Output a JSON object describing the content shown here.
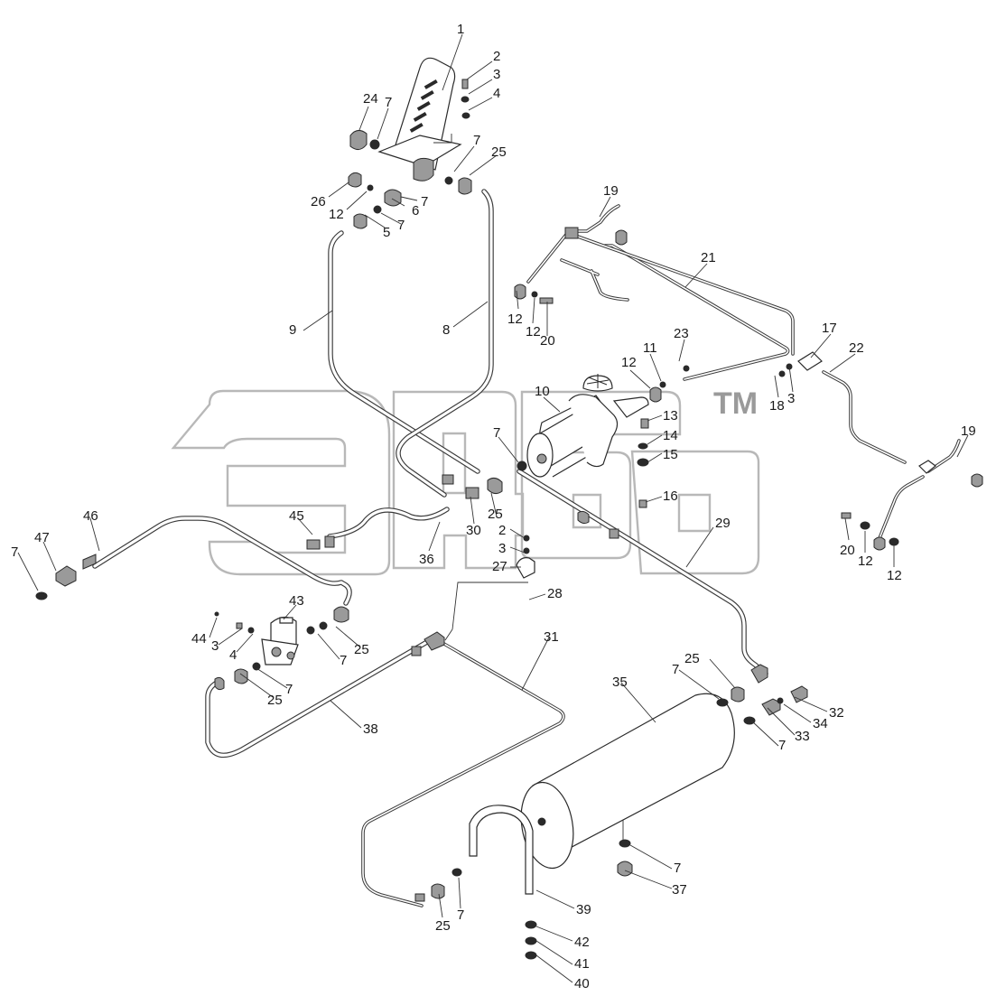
{
  "watermark": {
    "tm_mark": "TM"
  },
  "callouts": [
    {
      "id": "c1",
      "text": "1"
    },
    {
      "id": "c2a",
      "text": "2"
    },
    {
      "id": "c3a",
      "text": "3"
    },
    {
      "id": "c4a",
      "text": "4"
    },
    {
      "id": "c24",
      "text": "24"
    },
    {
      "id": "c7a",
      "text": "7"
    },
    {
      "id": "c7b",
      "text": "7"
    },
    {
      "id": "c25a",
      "text": "25"
    },
    {
      "id": "c26",
      "text": "26"
    },
    {
      "id": "c12a",
      "text": "12"
    },
    {
      "id": "c6",
      "text": "6"
    },
    {
      "id": "c7c",
      "text": "7"
    },
    {
      "id": "c5",
      "text": "5"
    },
    {
      "id": "c7d",
      "text": "7"
    },
    {
      "id": "c9",
      "text": "9"
    },
    {
      "id": "c8",
      "text": "8"
    },
    {
      "id": "c19a",
      "text": "19"
    },
    {
      "id": "c21",
      "text": "21"
    },
    {
      "id": "c12b",
      "text": "12"
    },
    {
      "id": "c12c",
      "text": "12"
    },
    {
      "id": "c20a",
      "text": "20"
    },
    {
      "id": "c23",
      "text": "23"
    },
    {
      "id": "c17",
      "text": "17"
    },
    {
      "id": "c22",
      "text": "22"
    },
    {
      "id": "c11",
      "text": "11"
    },
    {
      "id": "c12d",
      "text": "12"
    },
    {
      "id": "c18",
      "text": "18"
    },
    {
      "id": "c3b",
      "text": "3"
    },
    {
      "id": "c10",
      "text": "10"
    },
    {
      "id": "c13",
      "text": "13"
    },
    {
      "id": "c14",
      "text": "14"
    },
    {
      "id": "c15",
      "text": "15"
    },
    {
      "id": "c7e",
      "text": "7"
    },
    {
      "id": "c16",
      "text": "16"
    },
    {
      "id": "c19b",
      "text": "19"
    },
    {
      "id": "c20b",
      "text": "20"
    },
    {
      "id": "c12e",
      "text": "12"
    },
    {
      "id": "c12f",
      "text": "12"
    },
    {
      "id": "c45",
      "text": "45"
    },
    {
      "id": "c30",
      "text": "30"
    },
    {
      "id": "c25b",
      "text": "25"
    },
    {
      "id": "c36",
      "text": "36"
    },
    {
      "id": "c29",
      "text": "29"
    },
    {
      "id": "c2b",
      "text": "2"
    },
    {
      "id": "c3c",
      "text": "3"
    },
    {
      "id": "c27",
      "text": "27"
    },
    {
      "id": "c28",
      "text": "28"
    },
    {
      "id": "c46",
      "text": "46"
    },
    {
      "id": "c47",
      "text": "47"
    },
    {
      "id": "c7f",
      "text": "7"
    },
    {
      "id": "c43",
      "text": "43"
    },
    {
      "id": "c44",
      "text": "44"
    },
    {
      "id": "c3d",
      "text": "3"
    },
    {
      "id": "c4b",
      "text": "4"
    },
    {
      "id": "c7g",
      "text": "7"
    },
    {
      "id": "c25c",
      "text": "25"
    },
    {
      "id": "c7h",
      "text": "7"
    },
    {
      "id": "c25d",
      "text": "25"
    },
    {
      "id": "c38",
      "text": "38"
    },
    {
      "id": "c31",
      "text": "31"
    },
    {
      "id": "c25e",
      "text": "25"
    },
    {
      "id": "c7i",
      "text": "7"
    },
    {
      "id": "c35",
      "text": "35"
    },
    {
      "id": "c32",
      "text": "32"
    },
    {
      "id": "c34",
      "text": "34"
    },
    {
      "id": "c33",
      "text": "33"
    },
    {
      "id": "c7j",
      "text": "7"
    },
    {
      "id": "c7k",
      "text": "7"
    },
    {
      "id": "c37",
      "text": "37"
    },
    {
      "id": "c39",
      "text": "39"
    },
    {
      "id": "c42",
      "text": "42"
    },
    {
      "id": "c41",
      "text": "41"
    },
    {
      "id": "c40",
      "text": "40"
    },
    {
      "id": "c25f",
      "text": "25"
    },
    {
      "id": "c7l",
      "text": "7"
    }
  ]
}
